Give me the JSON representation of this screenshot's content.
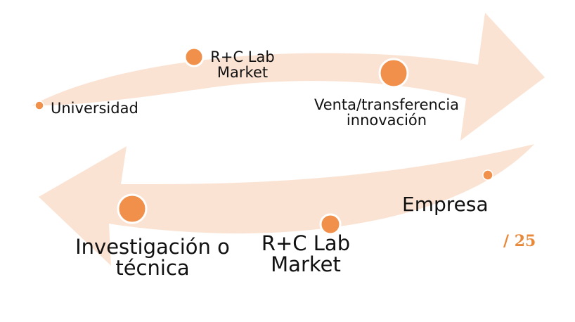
{
  "colors": {
    "arrow_fill": "#fbe3d3",
    "node_fill": "#f0904a",
    "node_stroke": "#ffffff",
    "page_number": "#e8893a"
  },
  "cycle": {
    "top_arrow": {
      "nodes": [
        {
          "id": "universidad",
          "label_lines": [
            "Universidad"
          ]
        },
        {
          "id": "rc-lab-top",
          "label_lines": [
            "R+C Lab",
            "Market"
          ]
        },
        {
          "id": "venta",
          "label_lines": [
            "Venta/transferencia",
            "innovación"
          ]
        }
      ]
    },
    "bottom_arrow": {
      "nodes": [
        {
          "id": "empresa",
          "label_lines": [
            "Empresa"
          ]
        },
        {
          "id": "rc-lab-bottom",
          "label_lines": [
            "R+C Lab",
            "Market"
          ]
        },
        {
          "id": "investigacion",
          "label_lines": [
            "Investigación o",
            "técnica"
          ]
        }
      ]
    }
  },
  "page_number": "/ 25"
}
